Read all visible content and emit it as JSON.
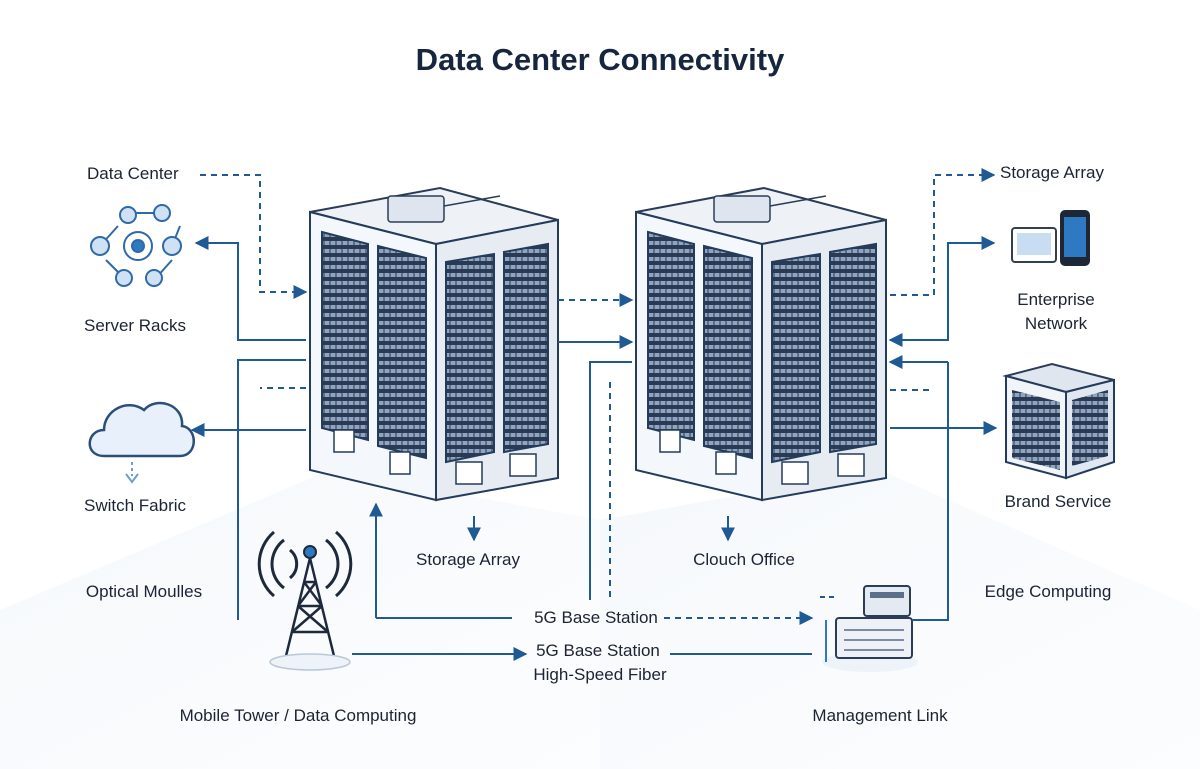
{
  "title": "Data Center Connectivity",
  "labels": {
    "data_center": "Data Center",
    "server_racks": "Server Racks",
    "switch_fabric": "Switch Fabric",
    "optical_modules": "Optical Moulles",
    "mobile_tower": "Mobile Tower / Data Computing",
    "storage_array_bottom": "Storage Array",
    "clouch_office": "Clouch Office",
    "base_station_1": "5G Base Station",
    "base_station_2": "5G Base Station",
    "high_speed_fiber": "High-Speed Fiber",
    "management_link": "Management Link",
    "storage_array_top": "Storage Array",
    "enterprise_network": "Enterprise\nNetwork",
    "brand_service": "Brand Service",
    "edge_computing": "Edge Computing"
  },
  "colors": {
    "link": "#1f5a94",
    "title": "#17263f",
    "text": "#1c2433",
    "icon": "#2f79c2",
    "rack_frame": "#243b5c",
    "rack_body": "#f4f7fb"
  },
  "icons": [
    "network-nodes-icon",
    "cloud-icon",
    "tablet-icon",
    "smartphone-icon",
    "building-icon",
    "cell-tower-icon",
    "edge-device-icon",
    "server-rack-icon"
  ]
}
